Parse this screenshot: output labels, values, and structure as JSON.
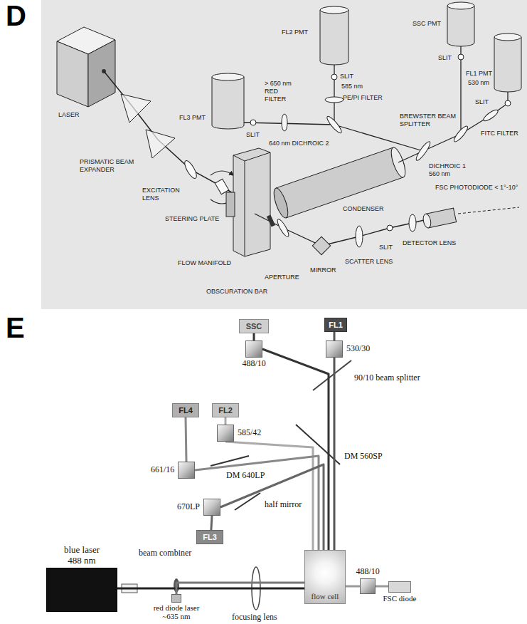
{
  "diagram": {
    "nodes": [
      {
        "text": [
          "SSC"
        ]
      },
      {
        "text": [
          "FL1"
        ]
      },
      {
        "text": [
          "488/10"
        ]
      },
      {
        "text": [
          "530/30"
        ]
      },
      {
        "text": [
          "FL2"
        ]
      },
      {
        "text": [
          "FL4"
        ]
      },
      {
        "text": [
          "585/42"
        ]
      },
      {
        "text": [
          "661/16"
        ]
      },
      {
        "text": [
          "670LP"
        ]
      },
      {
        "text": [
          "FL3"
        ]
      },
      {
        "text": [
          "blue laser 488 nm"
        ]
      },
      {
        "text": [
          "flow cell"
        ]
      },
      {
        "text": [
          "488/10"
        ]
      },
      {
        "text": [
          "FSC diode"
        ]
      },
      {
        "text": [
          "red diode laser ~635 nm"
        ]
      }
    ],
    "edges": [
      {
        "from": 10,
        "to": 11,
        "arrow": "none"
      },
      {
        "from": 14,
        "to": 11,
        "arrow": "none"
      },
      {
        "from": 11,
        "to": 12,
        "arrow": "none"
      },
      {
        "from": 12,
        "to": 13,
        "arrow": "none"
      },
      {
        "from": 11,
        "to": 3,
        "arrow": "none"
      },
      {
        "from": 3,
        "to": 1,
        "arrow": "none"
      },
      {
        "from": 11,
        "to": 2,
        "arrow": "none"
      },
      {
        "from": 2,
        "to": 0,
        "arrow": "none"
      },
      {
        "from": 11,
        "to": 6,
        "arrow": "none"
      },
      {
        "from": 6,
        "to": 4,
        "arrow": "none"
      },
      {
        "from": 11,
        "to": 7,
        "arrow": "none"
      },
      {
        "from": 7,
        "to": 5,
        "arrow": "none"
      },
      {
        "from": 11,
        "to": 8,
        "arrow": "none"
      },
      {
        "from": 8,
        "to": 9,
        "arrow": "none"
      }
    ],
    "labels": [
      "D",
      "FL2 PMT",
      "SSC PMT",
      "SLIT",
      "FL1 PMT",
      "530 nm",
      "SLIT",
      "SLIT",
      "585 nm",
      "> 650 nm RED FILTER",
      "PE/PI FILTER",
      "LASER",
      "FL3 PMT",
      "SLIT",
      "BREWSTER BEAM SPLITTER",
      "FITC FILTER",
      "640 nm DICHROIC 2",
      "DICHROIC 1 560 nm",
      "PRISMATIC BEAM EXPANDER",
      "EXCITATION LENS",
      "CONDENSER",
      "STEERING PLATE",
      "FSC PHOTODIODE < 1°-10°",
      "FLOW MANIFOLD",
      "APERTURE",
      "OBSCURATION BAR",
      "MIRROR",
      "SCATTER LENS",
      "SLIT",
      "DETECTOR LENS",
      "E",
      "90/10 beam splitter",
      "DM 560SP",
      "DM 640LP",
      "half mirror",
      "beam combiner",
      "focusing lens"
    ]
  }
}
